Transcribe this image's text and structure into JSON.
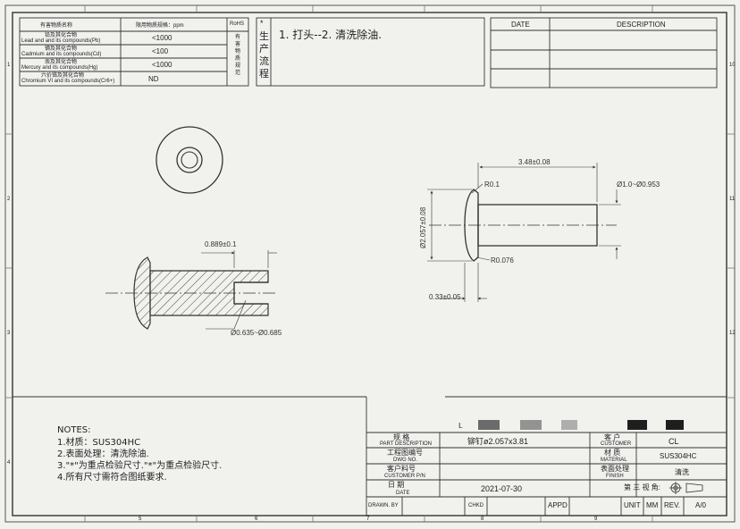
{
  "rohs_table": {
    "headers": [
      "有害物质名称",
      "限用物质规格：ppm",
      "RoHS"
    ],
    "rohs_status": "有害物质规范",
    "rows": [
      {
        "cn": "铅及其化合物",
        "en": "Lead and and its compounds(Pb)",
        "limit": "<1000"
      },
      {
        "cn": "镉及其化合物",
        "en": "Cadmium and its compounds(Cd)",
        "limit": "<100"
      },
      {
        "cn": "汞及其化合物",
        "en": "Mercury and its compounds(Hg)",
        "limit": "<1000"
      },
      {
        "cn": "六价铬及其化合物",
        "en": "Chromium VI and its compounds(Cr6+)",
        "limit": "ND"
      }
    ]
  },
  "process": {
    "marker": "*",
    "label": "生产流程",
    "text": "1. 打头--2. 清洗除油."
  },
  "revision_table": {
    "date_label": "DATE",
    "description_label": "DESCRIPTION"
  },
  "dimensions": {
    "length": "3.48±0.08",
    "head_radius": "R0.1",
    "shank_diameter": "Ø1.0~Ø0.953",
    "head_diameter": "Ø2.057±0.08",
    "fillet_radius": "R0.076",
    "head_thickness": "0.33±0.05",
    "hole_depth": "0.889±0.1",
    "hole_diameter": "Ø0.635~Ø0.685"
  },
  "notes": {
    "title": "NOTES:",
    "lines": [
      "1.材质：SUS304HC",
      "2.表面处理：清洗除油.",
      "3.\"*\"为重点检验尺寸.\"*\"为重点检验尺寸.",
      "4.所有尺寸需符合图纸要求."
    ]
  },
  "title_block": {
    "part_desc_cn": "规  格",
    "part_desc_en": "PART DESCRIPTION",
    "part_desc_value": "铆钉ø2.057x3.81",
    "dwg_no_cn": "工程图编号",
    "dwg_no_en": "DWG NO.",
    "customer_pn_cn": "客户料号",
    "customer_pn_en": "CUSTOMER P/N",
    "date_cn": "日    期",
    "date_en": "DATE",
    "date_value": "2021-07-30",
    "customer_cn": "客  户",
    "customer_en": "CUSTOMER",
    "customer_value": "CL",
    "material_cn": "材  质",
    "material_en": "MATERIAL",
    "material_value": "SUS304HC",
    "finish_cn": "表面处理",
    "finish_en": "FINISH",
    "finish_value": "清洗",
    "projection_label": "第 三 视 角:",
    "drawn_by": "DRAWN. BY",
    "checked": "CHKD",
    "approved": "APPD",
    "unit": "UNIT",
    "unit_value": "MM",
    "rev": "REV.",
    "rev_value": "A/0"
  },
  "border_zone_marks": [
    "1",
    "2",
    "3",
    "4",
    "5",
    "6",
    "7",
    "8",
    "9",
    "10",
    "11",
    "12"
  ]
}
